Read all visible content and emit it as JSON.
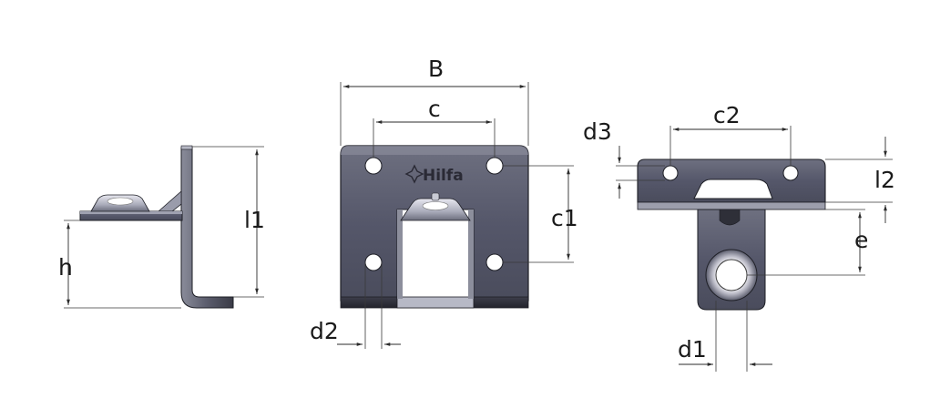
{
  "brand": {
    "logo_text": "Hilfa"
  },
  "dimensions": {
    "B": "B",
    "c": "c",
    "c1": "c1",
    "c2": "c2",
    "d1": "d1",
    "d2": "d2",
    "d3": "d3",
    "e": "e",
    "h": "h",
    "l1": "l1",
    "l2": "l2"
  },
  "colors": {
    "metal_dark": "#3c3d48",
    "metal_mid": "#626474",
    "metal_light": "#8e90a0",
    "edge": "#1e1f26",
    "hole": "#ffffff",
    "line": "#2b2b2b"
  }
}
